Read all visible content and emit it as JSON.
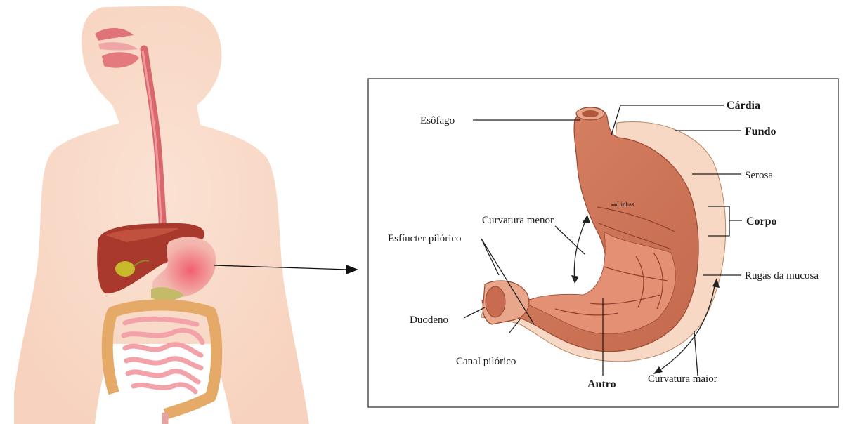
{
  "labels": {
    "esofago": "Esôfago",
    "cardia": "Cárdia",
    "fundo": "Fundo",
    "serosa": "Serosa",
    "linhas": "Linhas",
    "curvatura_menor": "Curvatura menor",
    "corpo": "Corpo",
    "esfincter_pilorico": "Esfíncter pilórico",
    "rugas_mucosa": "Rugas da mucosa",
    "duodeno": "Duodeno",
    "canal_pilorico": "Canal pilórico",
    "antro": "Antro",
    "curvatura_maior": "Curvatura maior"
  },
  "colors": {
    "skin": "#f8d9c6",
    "esophagus": "#d9686d",
    "liver": "#a8392c",
    "stomach": "#f0b5a8",
    "intestine": "#f0a3a8",
    "colon": "#e8b070",
    "stomach_muscle": "#cf7d5c",
    "serosa": "#f5d6c0"
  }
}
